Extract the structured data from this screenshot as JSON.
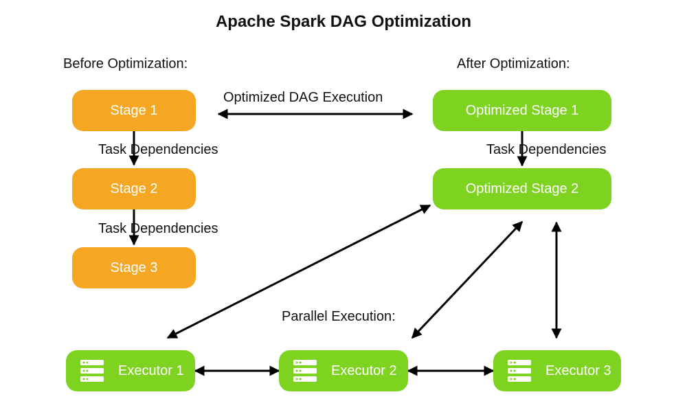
{
  "title": "Apache Spark DAG Optimization",
  "sections": {
    "before": "Before Optimization:",
    "after": "After Optimization:",
    "parallel": "Parallel Execution:"
  },
  "stages": [
    {
      "label": "Stage 1"
    },
    {
      "label": "Stage 2"
    },
    {
      "label": "Stage 3"
    }
  ],
  "optimized_stages": [
    {
      "label": "Optimized Stage 1"
    },
    {
      "label": "Optimized Stage 2"
    }
  ],
  "executors": [
    {
      "label": "Executor 1"
    },
    {
      "label": "Executor 2"
    },
    {
      "label": "Executor 3"
    }
  ],
  "edge_labels": {
    "task_dependencies": "Task Dependencies",
    "optimized_dag_execution": "Optimized DAG Execution"
  },
  "colors": {
    "stage": "#f5a623",
    "optimized": "#7ed321",
    "arrow": "#000000"
  },
  "icons": {
    "executor": "server-icon"
  }
}
